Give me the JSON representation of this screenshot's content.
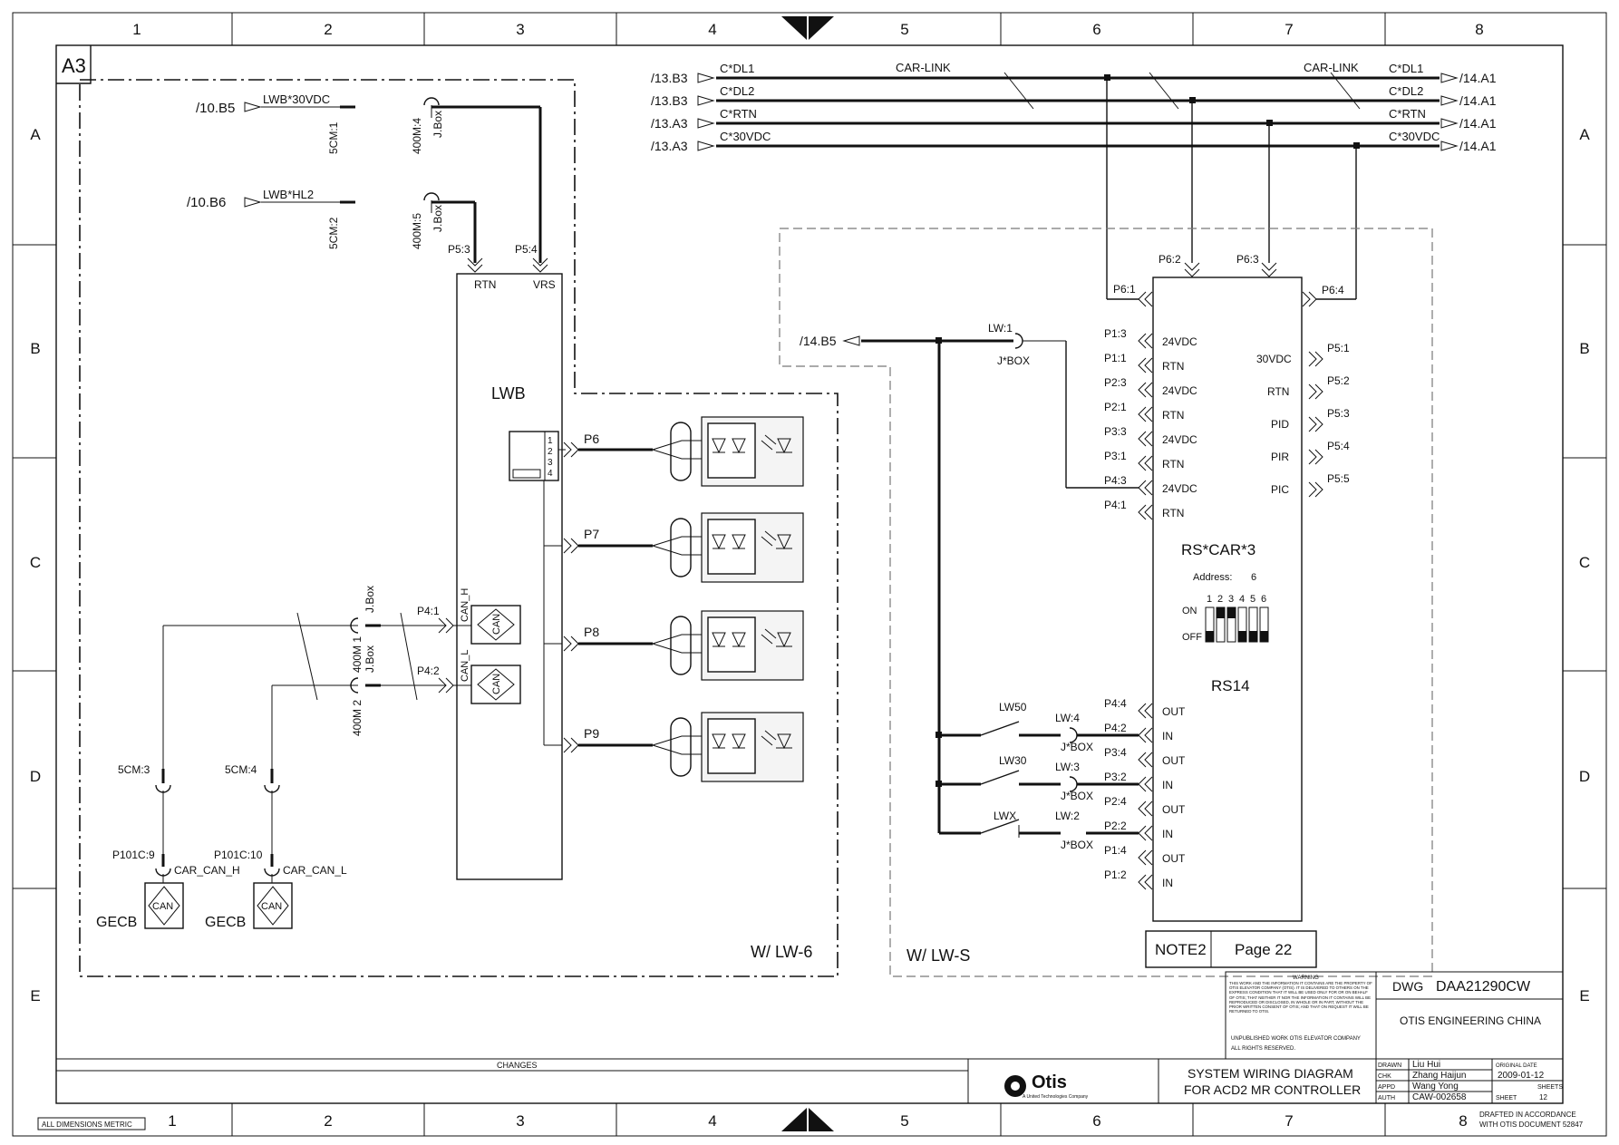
{
  "frame": {
    "columns": [
      "1",
      "2",
      "3",
      "4",
      "5",
      "6",
      "7",
      "8"
    ],
    "rows": [
      "A",
      "B",
      "C",
      "D",
      "E"
    ],
    "sheet_size": "A3",
    "metric_note": "ALL DIMENSIONS METRIC"
  },
  "car_link": {
    "left_refs": [
      "/13.B3",
      "/13.B3",
      "/13.A3",
      "/13.A3"
    ],
    "left_names": [
      "C*DL1",
      "C*DL2",
      "C*RTN",
      "C*30VDC"
    ],
    "right_names": [
      "C*DL1",
      "C*DL2",
      "C*RTN",
      "C*30VDC"
    ],
    "right_refs": [
      "/14.A1",
      "/14.A1",
      "/14.A1",
      "/14.A1"
    ],
    "link_label_left": "CAR-LINK",
    "link_label_right": "CAR-LINK"
  },
  "lwb": {
    "title": "LWB",
    "rtn_label": "RTN",
    "vrs_label": "VRS",
    "p53": "P5:3",
    "p54": "P5:4",
    "ref_30vdc": "/10.B5",
    "ref_hl2": "/10.B6",
    "sig_30vdc": "LWB*30VDC",
    "sig_hl2": "LWB*HL2",
    "cm1": "5CM:1",
    "cm2": "5CM:2",
    "m4": "400M:4",
    "m5": "400M:5",
    "jbox": "J.Box",
    "connector_pins": [
      "1",
      "2",
      "3",
      "4"
    ],
    "ports": [
      "P6",
      "P7",
      "P8",
      "P9"
    ],
    "can_h": "CAN_H",
    "can_l": "CAN_L",
    "can": "CAN",
    "p41": "P4:1",
    "p42": "P4:2",
    "m400_1": "400M 1",
    "m400_2": "400M 2",
    "cm3": "5CM:3",
    "cm4": "5CM:4",
    "p101c9": "P101C:9",
    "p101c10": "P101C:10",
    "car_can_h": "CAR_CAN_H",
    "car_can_l": "CAR_CAN_L",
    "gecb": "GECB",
    "option_label": "W/  LW-6"
  },
  "rs14": {
    "p61": "P6:1",
    "p62": "P6:2",
    "p63": "P6:3",
    "p64": "P6:4",
    "left_pins": [
      "P1:3",
      "P1:1",
      "P2:3",
      "P2:1",
      "P3:3",
      "P3:1",
      "P4:3",
      "P4:1"
    ],
    "left_labels": [
      "24VDC",
      "RTN",
      "24VDC",
      "RTN",
      "24VDC",
      "RTN",
      "24VDC",
      "RTN"
    ],
    "right_labels": [
      "30VDC",
      "RTN",
      "PID",
      "PIR",
      "PIC"
    ],
    "right_pins": [
      "P5:1",
      "P5:2",
      "P5:3",
      "P5:4",
      "P5:5"
    ],
    "name": "RS*CAR*3",
    "address_label": "Address:",
    "address_value": "6",
    "dip_numbers": [
      "1",
      "2",
      "3",
      "4",
      "5",
      "6"
    ],
    "dip_on": "ON",
    "dip_off": "OFF",
    "dip_states": [
      0,
      1,
      1,
      0,
      0,
      0
    ],
    "model": "RS14",
    "io_pins": [
      "P4:4",
      "P4:2",
      "P3:4",
      "P3:2",
      "P2:4",
      "P2:2",
      "P1:4",
      "P1:2"
    ],
    "io_labels": [
      "OUT",
      "IN",
      "OUT",
      "IN",
      "OUT",
      "IN",
      "OUT",
      "IN"
    ],
    "ref_14b5": "/14.B5",
    "lw1": "LW:1",
    "jbox": "J*BOX",
    "switches": [
      "LW50",
      "LW30",
      "LWX"
    ],
    "switch_pins": [
      "LW:4",
      "LW:3",
      "LW:2"
    ],
    "option_label": "W/  LW-S"
  },
  "note": {
    "label": "NOTE2",
    "page": "Page 22"
  },
  "title_block": {
    "warning_title": "WARNING",
    "warning_text": "THIS WORK AND THE INFORMATION IT CONTAINS ARE THE PROPERTY OF OTIS ELEVATOR COMPANY (OTIS). IT IS DELIVERED TO OTHERS ON THE EXPRESS CONDITION THAT IT WILL BE USED ONLY FOR OR ON BEHALF OF OTIS; THAT NEITHER IT NOR THE INFORMATION IT CONTAINS WILL BE REPRODUCED OR DISCLOSED, IN WHOLE OR IN PART, WITHOUT THE PRIOR WRITTEN CONSENT OF OTIS; AND THAT ON REQUEST IT WILL BE RETURNED TO OTIS.",
    "unpublished": "UNPUBLISHED WORK  OTIS ELEVATOR COMPANY",
    "rights": "ALL RIGHTS RESERVED.",
    "dwg_label": "DWG",
    "dwg_number": "DAA21290CW",
    "company": "OTIS ENGINEERING CHINA",
    "changes": "CHANGES",
    "logo": "Otis",
    "logo_sub": "A United Technologies Company",
    "title_line1": "SYSTEM WIRING DIAGRAM",
    "title_line2": "FOR ACD2 MR CONTROLLER",
    "drawn_label": "DRAWN",
    "drawn_value": "Liu Hui",
    "chk_label": "CHK",
    "chk_value": "Zhang Haijun",
    "appd_label": "APPD",
    "appd_value": "Wang Yong",
    "auth_label": "AUTH",
    "auth_value": "CAW-002658",
    "orig_date_label": "ORIGINAL DATE",
    "orig_date": "2009-01-12",
    "sheets_label": "SHEETS",
    "sheet_label": "SHEET",
    "sheet_value": "12",
    "drafted_line1": "DRAFTED IN ACCORDANCE",
    "drafted_line2": "WITH OTIS DOCUMENT 52847"
  }
}
